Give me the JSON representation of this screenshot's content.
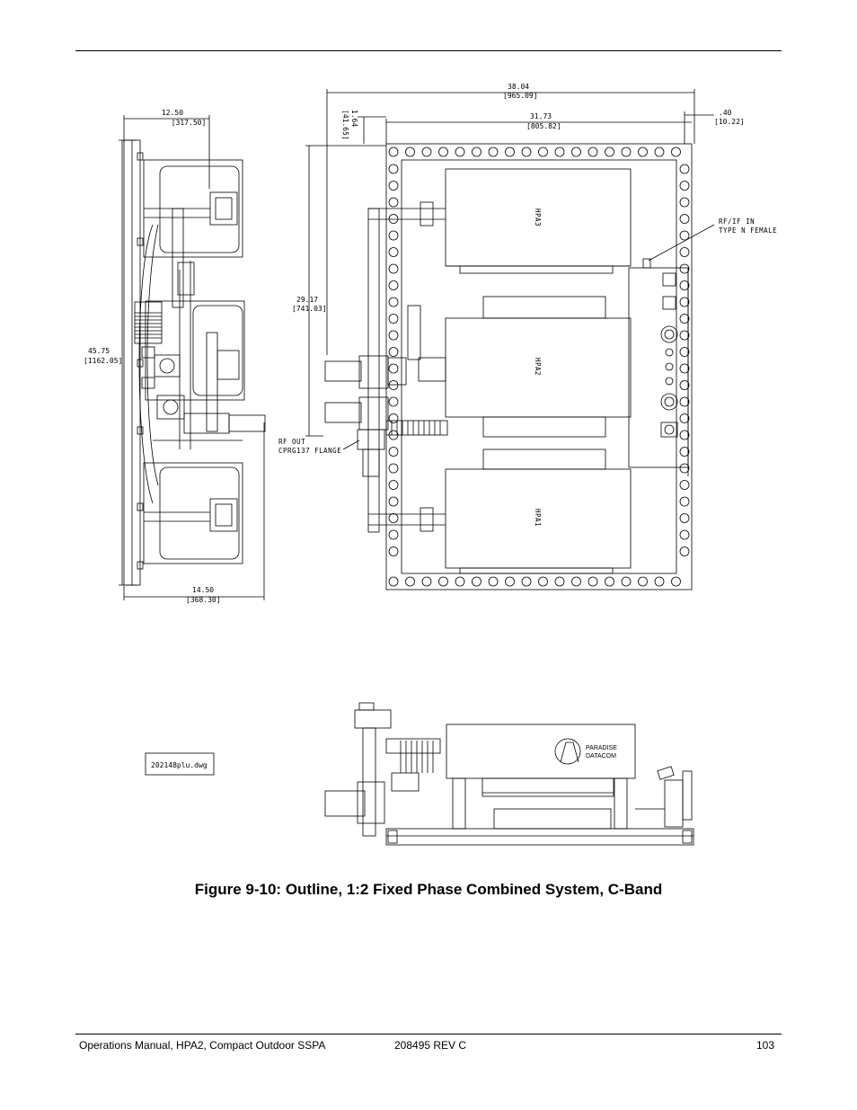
{
  "figure": {
    "caption": "Figure 9-10: Outline, 1:2 Fixed Phase Combined System, C-Band",
    "drawing_file_label": "202148plu.dwg",
    "dimensions": {
      "side_width": "12.50",
      "side_width_mm": "[317.50]",
      "side_height": "45.75",
      "side_height_mm": "[1162.05]",
      "side_bottom_width": "14.50",
      "side_bottom_width_mm": "[368.30]",
      "front_overall_width": "38.04",
      "front_overall_width_mm": "[965.09]",
      "front_frame_width": "31.73",
      "front_frame_width_mm": "[805.82]",
      "front_offset": ".40",
      "front_offset_mm": "[10.22]",
      "front_top_offset": "1.64",
      "front_top_offset_mm": "[41.65]",
      "front_height": "29.17",
      "front_height_mm": "[741.03]"
    },
    "labels": {
      "rfif_in_line1": "RF/IF IN",
      "rfif_in_line2": "TYPE N FEMALE",
      "rf_out_line1": "RF OUT",
      "rf_out_line2": "CPRG137 FLANGE",
      "hpa1": "HPA1",
      "hpa2": "HPA2",
      "hpa3": "HPA3",
      "logo_line1": "PARADISE",
      "logo_line2": "DATACOM"
    }
  },
  "footer": {
    "left": "Operations Manual, HPA2, Compact Outdoor SSPA",
    "center": "208495 REV C",
    "page_number": "103"
  },
  "colors": {
    "line": "#000000",
    "background": "#ffffff"
  }
}
